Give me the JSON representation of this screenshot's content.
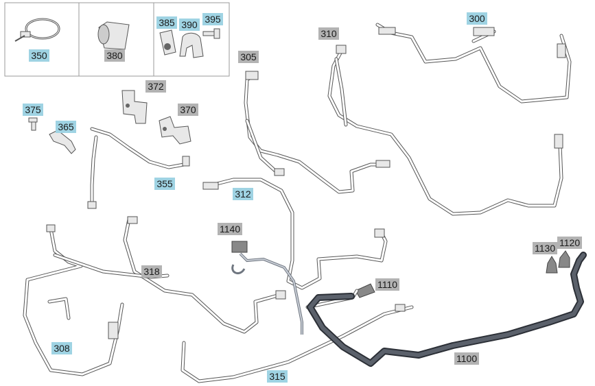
{
  "callouts": {
    "c350": "350",
    "c380": "380",
    "c385": "385",
    "c390": "390",
    "c395": "395",
    "c372": "372",
    "c370": "370",
    "c375": "375",
    "c365": "365",
    "c355": "355",
    "c305": "305",
    "c310": "310",
    "c300": "300",
    "c312": "312",
    "c1140": "1140",
    "c1110": "1110",
    "c318": "318",
    "c308": "308",
    "c315": "315",
    "c1100": "1100",
    "c1130": "1130",
    "c1120": "1120"
  },
  "colors": {
    "blue_callout": "#9fd3e3",
    "gray_callout": "#b3b3b3",
    "line_outline": "#6b6b6b",
    "dark_hose": "#3a3f47"
  }
}
